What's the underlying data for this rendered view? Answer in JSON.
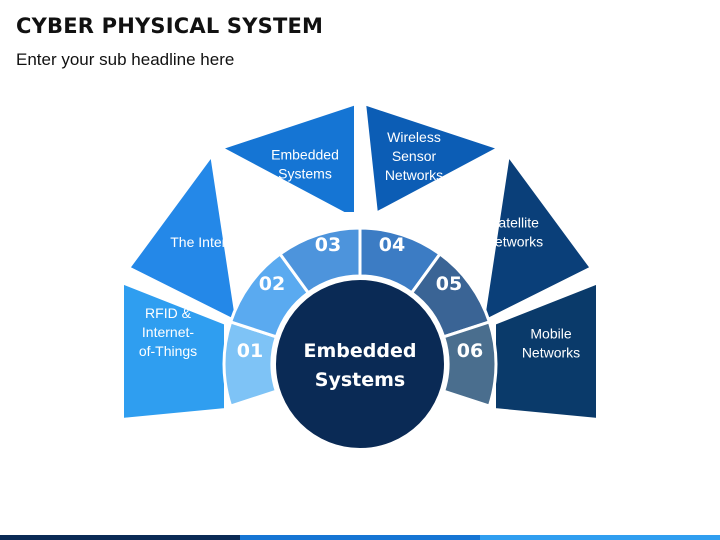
{
  "title": "CYBER PHYSICAL SYSTEM",
  "subtitle": "Enter your sub headline here",
  "center": {
    "line1": "Embedded",
    "line2": "Systems"
  },
  "segments": [
    {
      "num": "01",
      "lines": [
        "RFID &",
        "Internet-",
        "of-Things"
      ],
      "color": "#2f9ef0",
      "ring_color": "#7ec3f6",
      "num_color": "#ffffff"
    },
    {
      "num": "02",
      "lines": [
        "The Internet"
      ],
      "color": "#2488e8",
      "ring_color": "#5aaaf0",
      "num_color": "#ffffff"
    },
    {
      "num": "03",
      "lines": [
        "Embedded",
        "Systems"
      ],
      "color": "#1575d4",
      "ring_color": "#4d94dc",
      "num_color": "#ffffff"
    },
    {
      "num": "04",
      "lines": [
        "Wireless",
        "Sensor",
        "Networks"
      ],
      "color": "#0c5db5",
      "ring_color": "#3c7cc4",
      "num_color": "#ffffff"
    },
    {
      "num": "05",
      "lines": [
        "Satellite",
        "Networks"
      ],
      "color": "#0a3f79",
      "ring_color": "#3a6495",
      "num_color": "#ffffff"
    },
    {
      "num": "06",
      "lines": [
        "Mobile",
        "Networks"
      ],
      "color": "#0a3a6a",
      "ring_color": "#4a6e8e",
      "num_color": "#ffffff"
    }
  ],
  "colors": {
    "center_fill": "#0a2a55",
    "text": "#ffffff",
    "bottom_bar": [
      "#0a2a55",
      "#1575d4",
      "#2f9ef0"
    ]
  }
}
